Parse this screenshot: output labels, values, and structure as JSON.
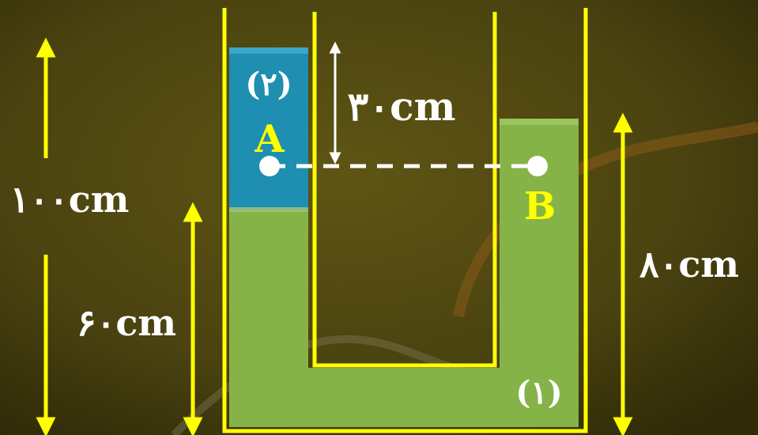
{
  "labels": {
    "total_height": "۱۰۰cm",
    "water_column": "۶۰cm",
    "right_height": "۸۰cm",
    "top_gap": "۳۰cm",
    "liquid_1": "(۱)",
    "liquid_2": "(۲)",
    "point_a": "A",
    "point_b": "B"
  },
  "colors": {
    "background": "#4a4210",
    "tube_outline": "#ffff00",
    "liquid_1": "#86b347",
    "liquid_2": "#1e8fb0",
    "arrow_yellow": "#ffff00",
    "arrow_white": "#ffffff",
    "dashed_line": "#ffffff"
  }
}
